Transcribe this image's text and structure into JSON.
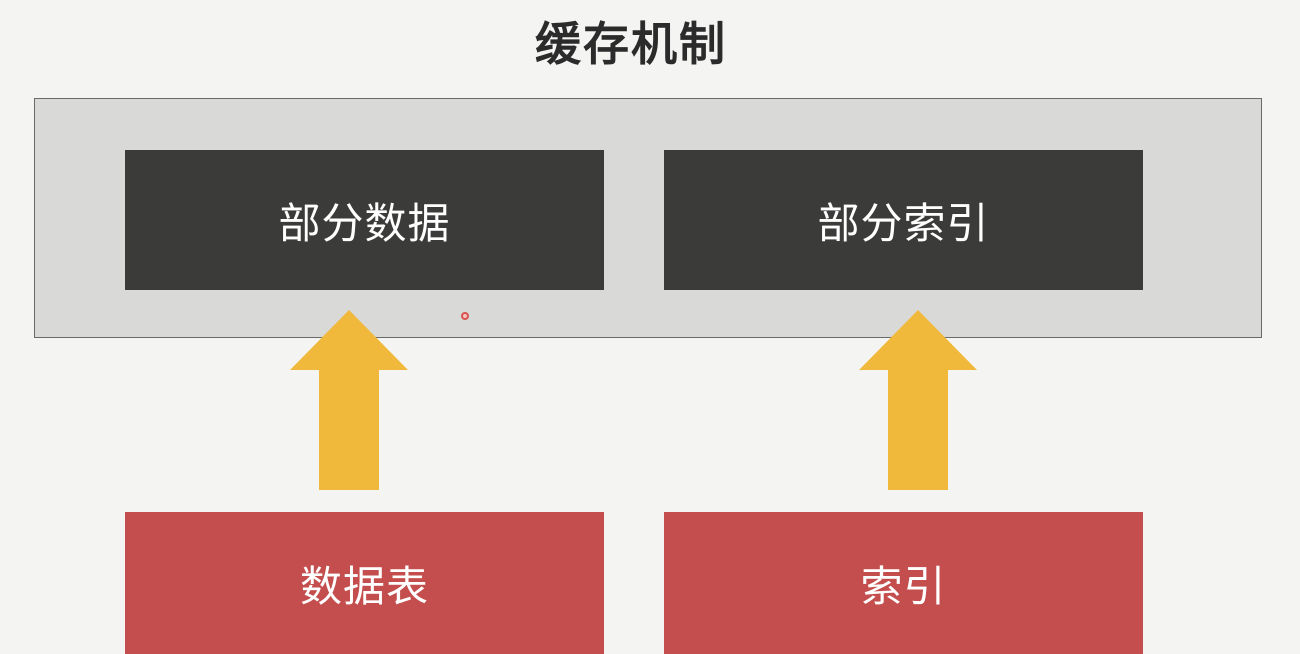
{
  "title": "缓存机制",
  "cache": {
    "partial_data_label": "部分数据",
    "partial_index_label": "部分索引"
  },
  "sources": {
    "data_table_label": "数据表",
    "index_label": "索引"
  },
  "colors": {
    "background": "#f4f4f2",
    "cache_container": "#d9d9d7",
    "dark_box": "#3b3b3a",
    "red_box": "#c44e4d",
    "arrow": "#f0b93c"
  }
}
